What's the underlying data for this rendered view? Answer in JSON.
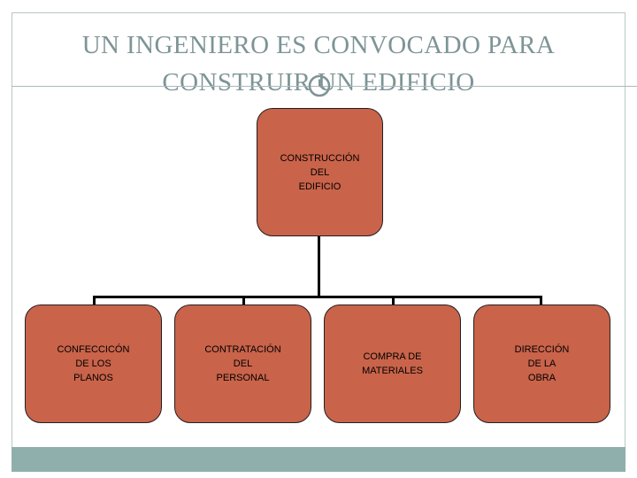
{
  "slide": {
    "title": "UN INGENIERO ES CONVOCADO PARA\nCONSTRUIR UN EDIFICIO",
    "title_color": "#7e9496",
    "accent_bar_color": "#8fafad",
    "border_color": "#b9c6c7",
    "decoration_icon": "clock-icon"
  },
  "chart_data": {
    "type": "diagram",
    "diagram_kind": "org-chart",
    "node_fill_color": "#c9634a",
    "node_border_color": "#231f20",
    "node_text_color": "#000000",
    "root": {
      "label": "CONSTRUCCIÓN\nDEL\nEDIFICIO"
    },
    "children": [
      {
        "label": "CONFECCICÓN\nDE LOS\nPLANOS"
      },
      {
        "label": "CONTRATACIÓN\nDEL\nPERSONAL"
      },
      {
        "label": "COMPRA DE\nMATERIALES"
      },
      {
        "label": "DIRECCIÓN\nDE LA\nOBRA"
      }
    ],
    "edges": [
      {
        "from": "root",
        "to": "CONFECCICÓN DE LOS PLANOS"
      },
      {
        "from": "root",
        "to": "CONTRATACIÓN DEL PERSONAL"
      },
      {
        "from": "root",
        "to": "COMPRA DE MATERIALES"
      },
      {
        "from": "root",
        "to": "DIRECCIÓN DE LA OBRA"
      }
    ]
  }
}
